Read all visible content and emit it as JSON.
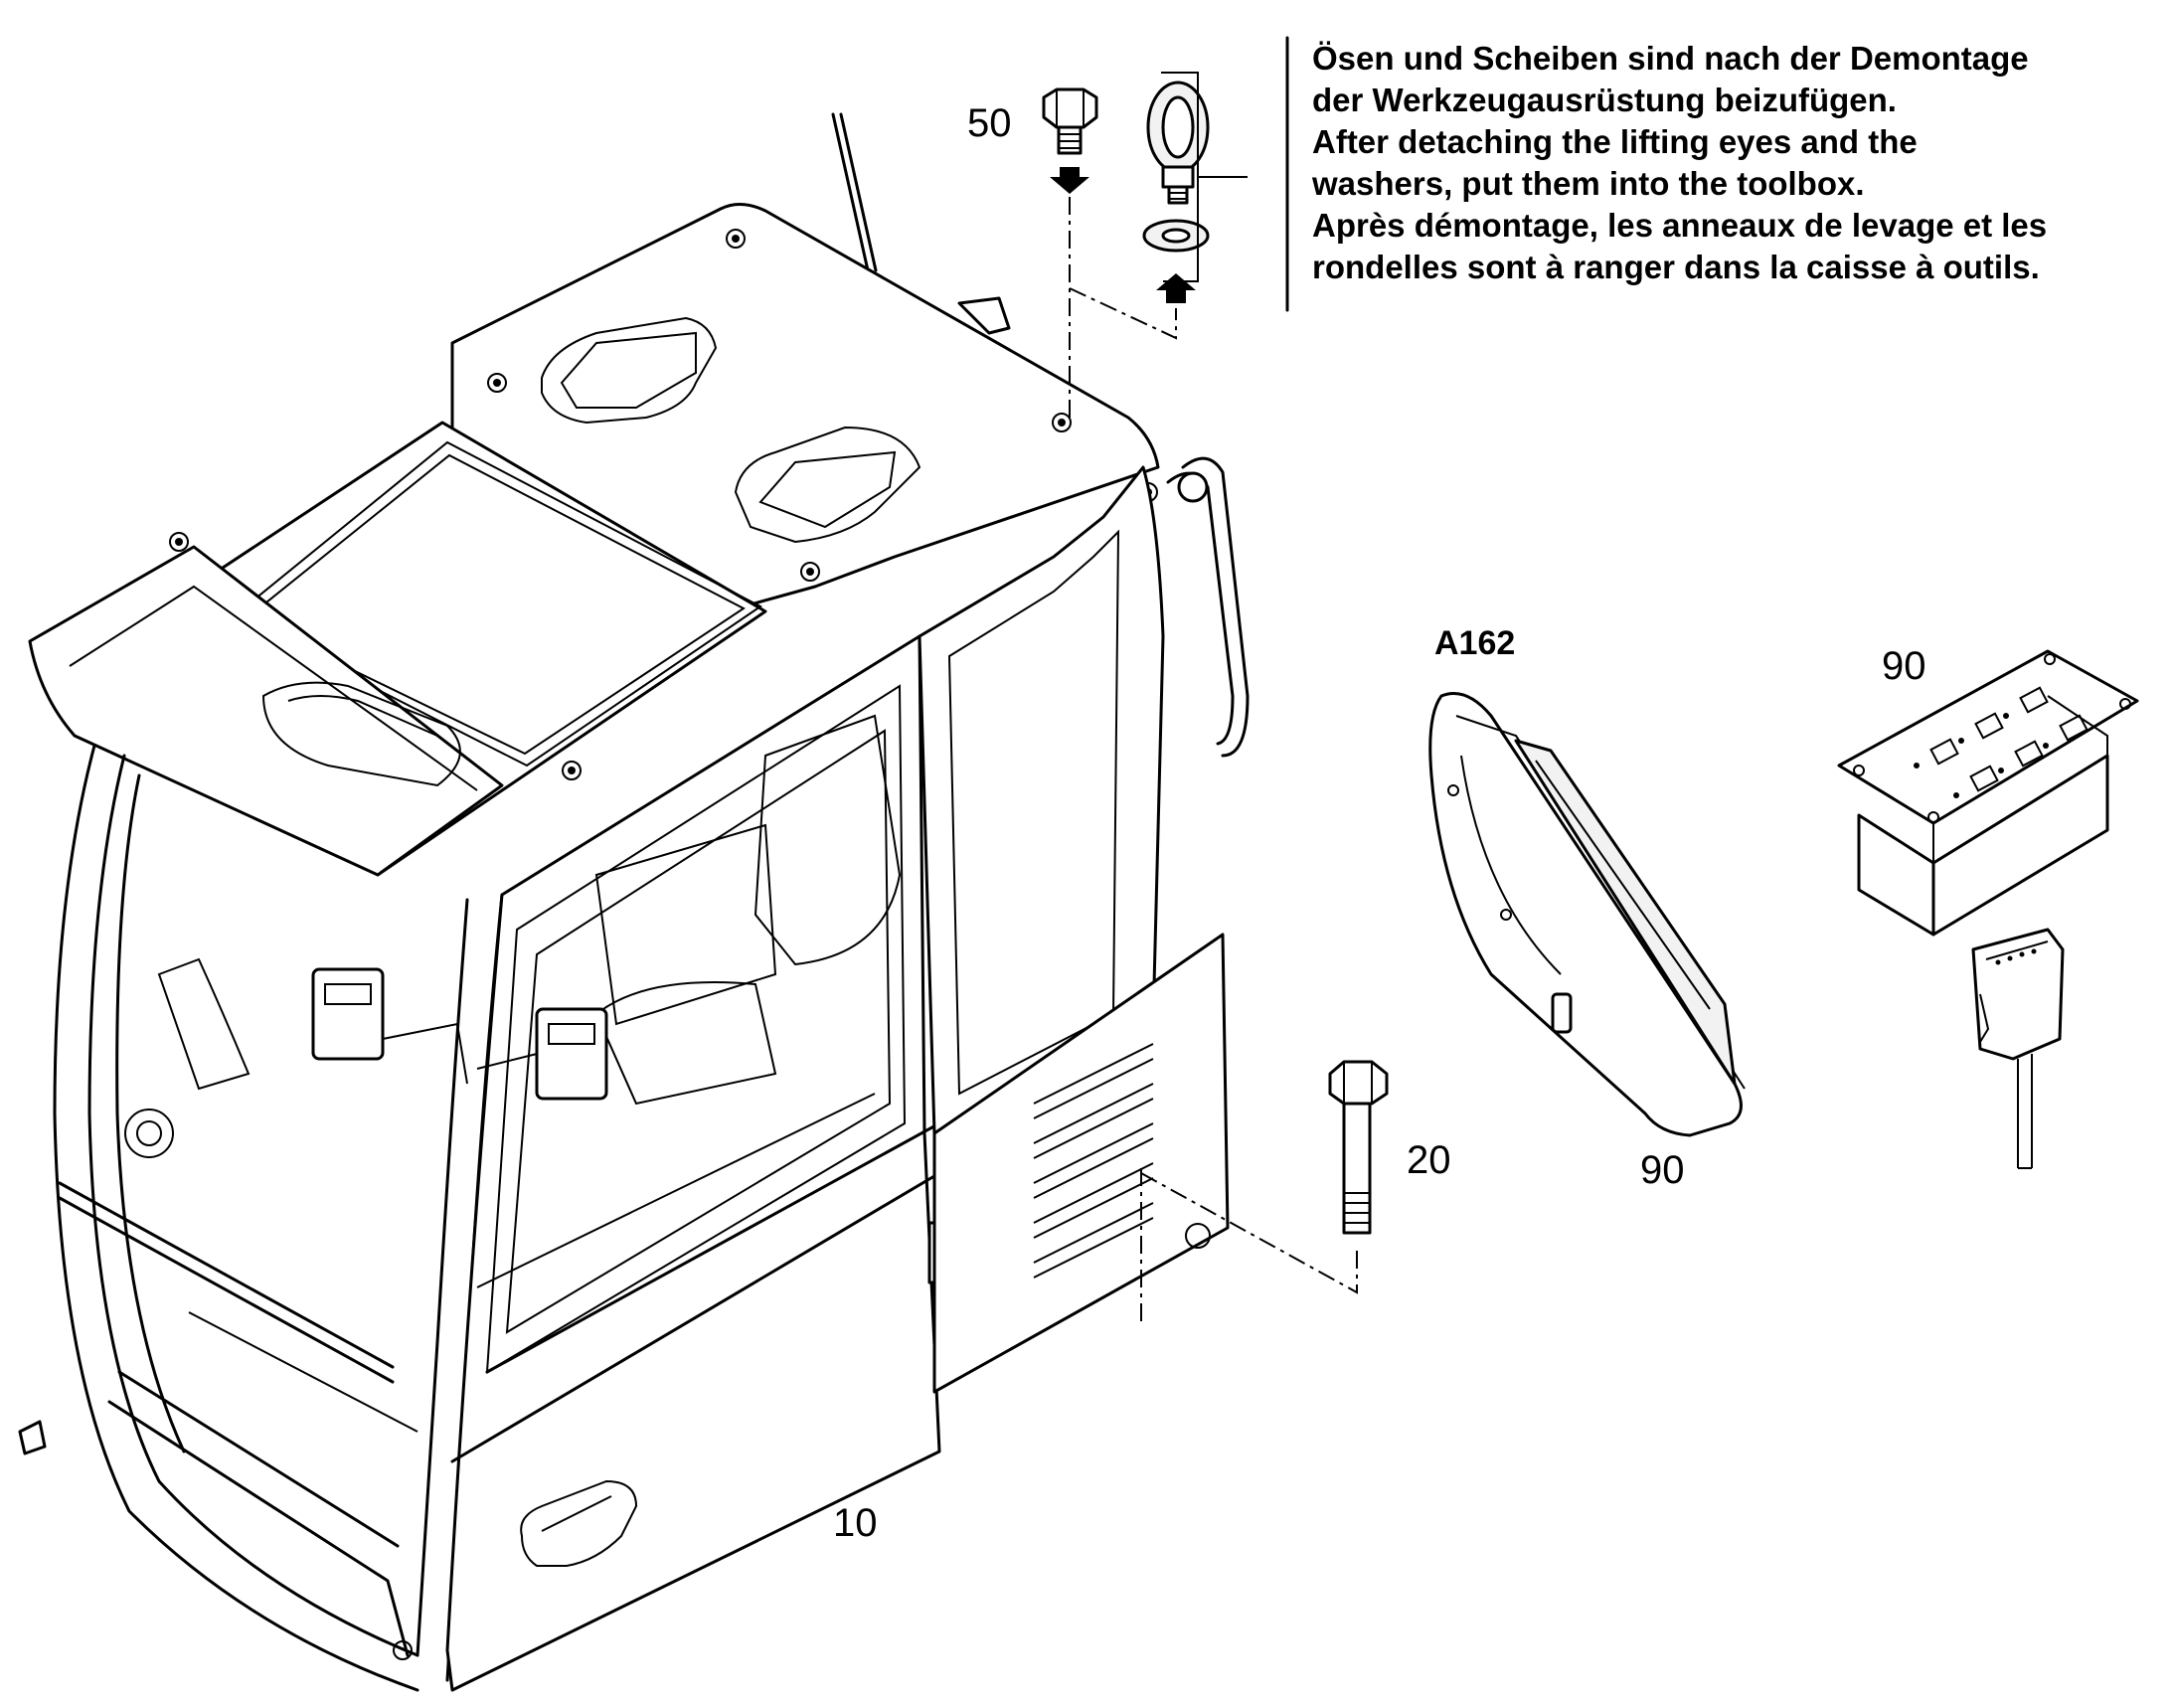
{
  "callouts": {
    "cab": "10",
    "bolt": "20",
    "lifting_eye_screw": "50",
    "monitor": "90",
    "keypad": "90",
    "monitor_ref": "A162"
  },
  "note": {
    "line_de_1": "Ösen und Scheiben sind nach der Demontage",
    "line_de_2": "der Werkzeugausrüstung beizufügen.",
    "line_en_1": "After detaching the lifting eyes and the",
    "line_en_2": "washers, put them into the toolbox.",
    "line_fr_1": "Après démontage, les anneaux de levage et les",
    "line_fr_2": "rondelles sont à ranger dans la caisse à outils."
  }
}
